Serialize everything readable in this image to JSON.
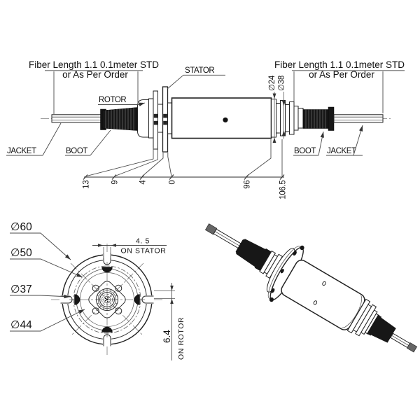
{
  "side": {
    "fiber_left": {
      "line1": "Fiber Length 1.1 0.1meter STD",
      "line2": "or As Per Order"
    },
    "fiber_right": {
      "line1": "Fiber Length 1.1 0.1meter STD",
      "line2": "or As Per Order"
    },
    "labels": {
      "rotor": "ROTOR",
      "stator": "STATOR",
      "jacket_left": "JACKET",
      "boot_left": "BOOT",
      "boot_right": "BOOT",
      "jacket_right": "JACKET"
    },
    "diameters": {
      "d24": "∅24",
      "d38": "∅38"
    },
    "chain": [
      "13",
      "9",
      "4",
      "0",
      "96",
      "106.5"
    ]
  },
  "front": {
    "diameters": {
      "d60": "∅60",
      "d50": "∅50",
      "d37": "∅37",
      "d44": "∅44"
    },
    "slot": {
      "value": "4. 5",
      "note": "ON STATOR"
    },
    "rotor": {
      "value": "6.4",
      "note": "ON ROTOR"
    }
  },
  "colors": {
    "line": "#222222",
    "background": "#ffffff",
    "boot_fill": "#171717"
  }
}
